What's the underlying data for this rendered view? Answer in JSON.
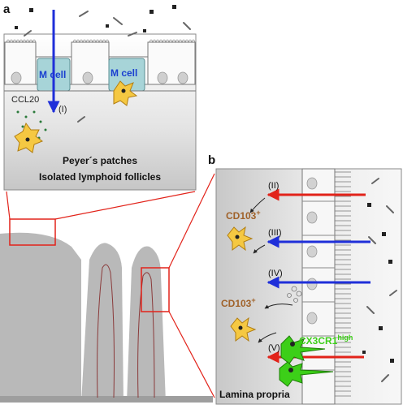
{
  "panel_a": {
    "letter": "a",
    "mcell_label_1": "M cell",
    "mcell_label_2": "M cell",
    "ccl20": "CCL20",
    "route": "(I)",
    "caption_line1": "Peyer´s patches",
    "caption_line2": "Isolated lymphoid follicles"
  },
  "panel_b": {
    "letter": "b",
    "route_2": "(II)",
    "route_3": "(III)",
    "route_4": "(IV)",
    "route_5": "(V)",
    "cd103_1": "CD103",
    "cd103_1_sup": "+",
    "cd103_2": "CD103",
    "cd103_2_sup": "+",
    "cx3cr1": "CX3CR1",
    "cx3cr1_sup": "high",
    "lamina": "Lamina propria"
  },
  "colors": {
    "blue_arrow": "#1f2fd9",
    "red_arrow": "#e2231a",
    "mcell_text": "#1a3fd0",
    "cd103_text": "#a0622a",
    "cx3cr1_text": "#3ccf18",
    "dc_fill": "#f5c842",
    "green_cell": "#3ccf18",
    "mcell_fill": "#a7d4d8",
    "tissue_gray": "#b9b9b9",
    "zoom_box": "#e2231a"
  }
}
